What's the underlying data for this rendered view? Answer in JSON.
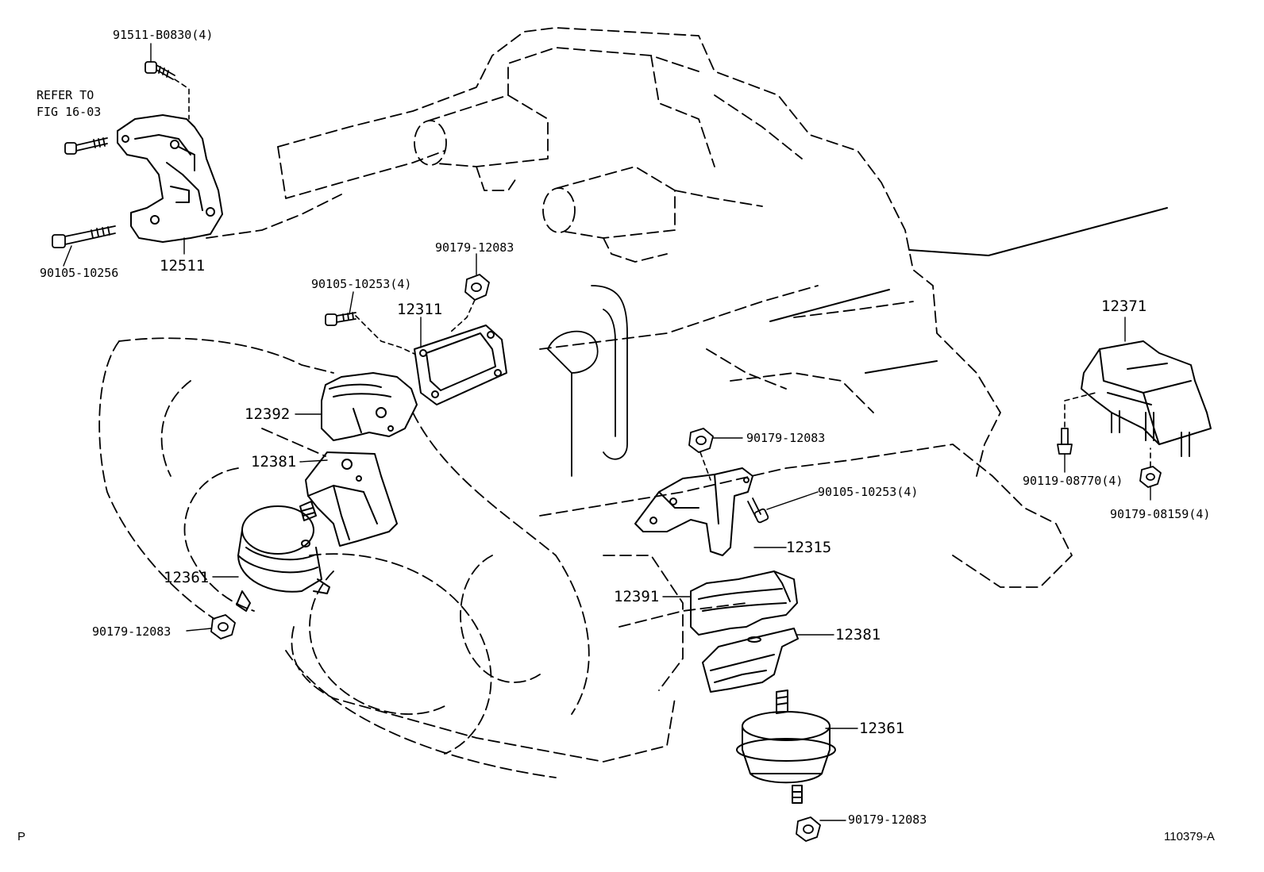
{
  "labels": {
    "p_91511_b0830": "91511-B0830(4)",
    "refer_to": "REFER TO",
    "fig_16_03": "FIG 16-03",
    "p_90105_10256": "90105-10256",
    "p_12511": "12511",
    "p_90179_12083_top": "90179-12083",
    "p_90105_10253_left": "90105-10253(4)",
    "p_12311": "12311",
    "p_12392": "12392",
    "p_12381_left": "12381",
    "p_12361_left": "12361",
    "p_90179_12083_left": "90179-12083",
    "p_90179_12083_mid": "90179-12083",
    "p_90105_10253_right": "90105-10253(4)",
    "p_12315": "12315",
    "p_12391": "12391",
    "p_12381_right": "12381",
    "p_12361_right": "12361",
    "p_90179_12083_bottom": "90179-12083",
    "p_12371": "12371",
    "p_90119_08770": "90119-08770(4)",
    "p_90179_08159": "90179-08159(4)"
  },
  "corner_left": "P",
  "corner_right": "110379-A",
  "colors": {
    "ink": "#000000",
    "paper": "#ffffff"
  }
}
